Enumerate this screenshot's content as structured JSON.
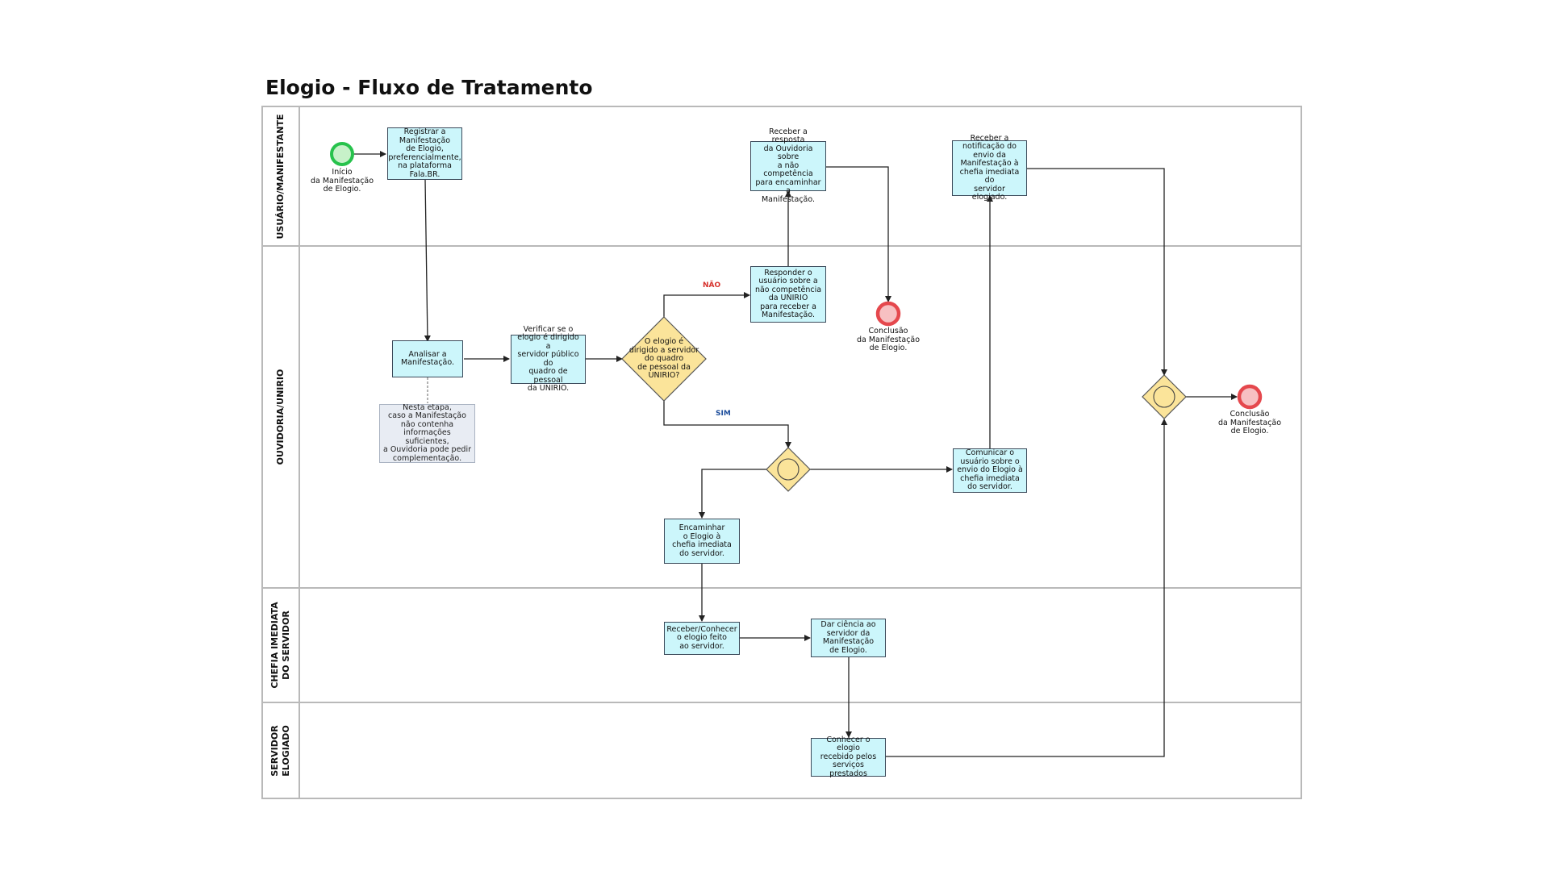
{
  "title": "Elogio - Fluxo de Tratamento",
  "lanes": [
    "USUÁRIO/MANIFESTANTE",
    "OUVIDORIA/UNIRIO",
    "CHEFIA IMEDIATA\nDO SERVIDOR",
    "SERVIDOR\nELOGIADO"
  ],
  "events": {
    "start": "Início\nda Manifestação\nde Elogio.",
    "end_no_competence": "Conclusão\nda Manifestação\nde Elogio.",
    "end_final": "Conclusão\nda Manifestação\nde Elogio."
  },
  "tasks": {
    "registrar": "Registrar a\nManifestação\nde  Elogio,\npreferencialmente,\nna plataforma\nFala.BR.",
    "analisar": "Analisar a\nManifestação.",
    "nota": "Nesta etapa,\ncaso a Manifestação\nnão contenha\ninformações suficientes,\na Ouvidoria pode pedir\ncomplementação.",
    "verificar": "Verificar se o\nelogio é dirigido a\nservidor público do\nquadro de pessoal\nda UNIRIO.",
    "responder": "Responder o\nusuário sobre a\nnão competência\nda UNIRIO\npara receber a\nManifestação.",
    "receber_resposta": "Receber a resposta\nda Ouvidoria sobre\na não competência\npara encaminhar a\nManifestação.",
    "receber_notificacao": "Receber a\nnotificação do\nenvio da\nManifestação à\nchefia imediata do\nservidor elogiado.",
    "comunicar": "Comunicar o\nusuário sobre o\nenvio do Elogio à\nchefia imediata\ndo servidor.",
    "encaminhar": "Encaminhar\no Elogio à\nchefia imediata\ndo servidor.",
    "receber_conhecer": "Receber/Conhecer\no elogio feito\nao servidor.",
    "dar_ciencia": "Dar ciência ao\nservidor da\nManifestação\nde Elogio.",
    "conhecer": "Conhecer o elogio\nrecebido pelos\nserviços prestados"
  },
  "gateways": {
    "decision": "O elogio é\ndirigido a servidor\ndo quadro\nde pessoal da\nUNIRIO?"
  },
  "flow_labels": {
    "nao": "NÃO",
    "sim": "SIM"
  },
  "colors": {
    "task_fill": "#ccf6fb",
    "note_fill": "#e8ecf3",
    "gateway_fill": "#fbe49a",
    "start_event": "#27c24c",
    "end_event": "#e5484d",
    "nao_label": "#d6312b",
    "sim_label": "#1f4f9c"
  }
}
